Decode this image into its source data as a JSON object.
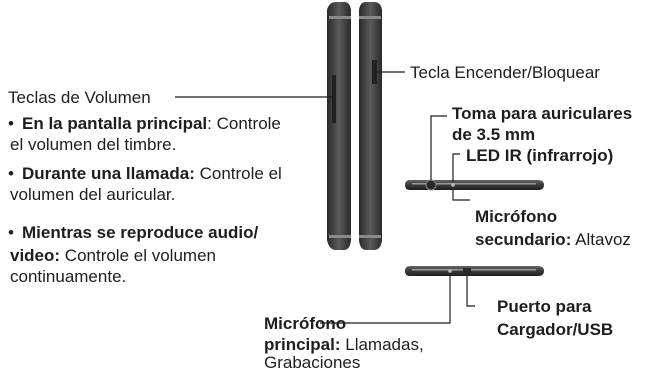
{
  "volume": {
    "title": "Teclas de Volumen",
    "items": [
      {
        "bold": "En la pantalla principal",
        "text": ": Controle",
        "line2": "el volumen del timbre."
      },
      {
        "bold": "Durante una llamada:",
        "text": " Controle el",
        "line2": "volumen del auricular."
      },
      {
        "bold": "Mientras se reproduce audio/",
        "bold2": "video:",
        "text2": " Controle el volumen",
        "line3": "continuamente."
      }
    ]
  },
  "power": {
    "label": "Tecla Encender/Bloquear"
  },
  "headphone": {
    "line1": "Toma para auriculares",
    "line2": "de 3.5 mm"
  },
  "led": {
    "label": "LED IR (infrarrojo)"
  },
  "secondary_mic": {
    "line1": "Micrófono",
    "bold2": "secundario:",
    "text2": " Altavoz"
  },
  "main_mic": {
    "line1": "Micrófono",
    "bold2": "principal:",
    "text2": " Llamadas,",
    "line3": "Grabaciones"
  },
  "usb": {
    "line1": "Puerto para",
    "line2": "Cargador/USB"
  }
}
